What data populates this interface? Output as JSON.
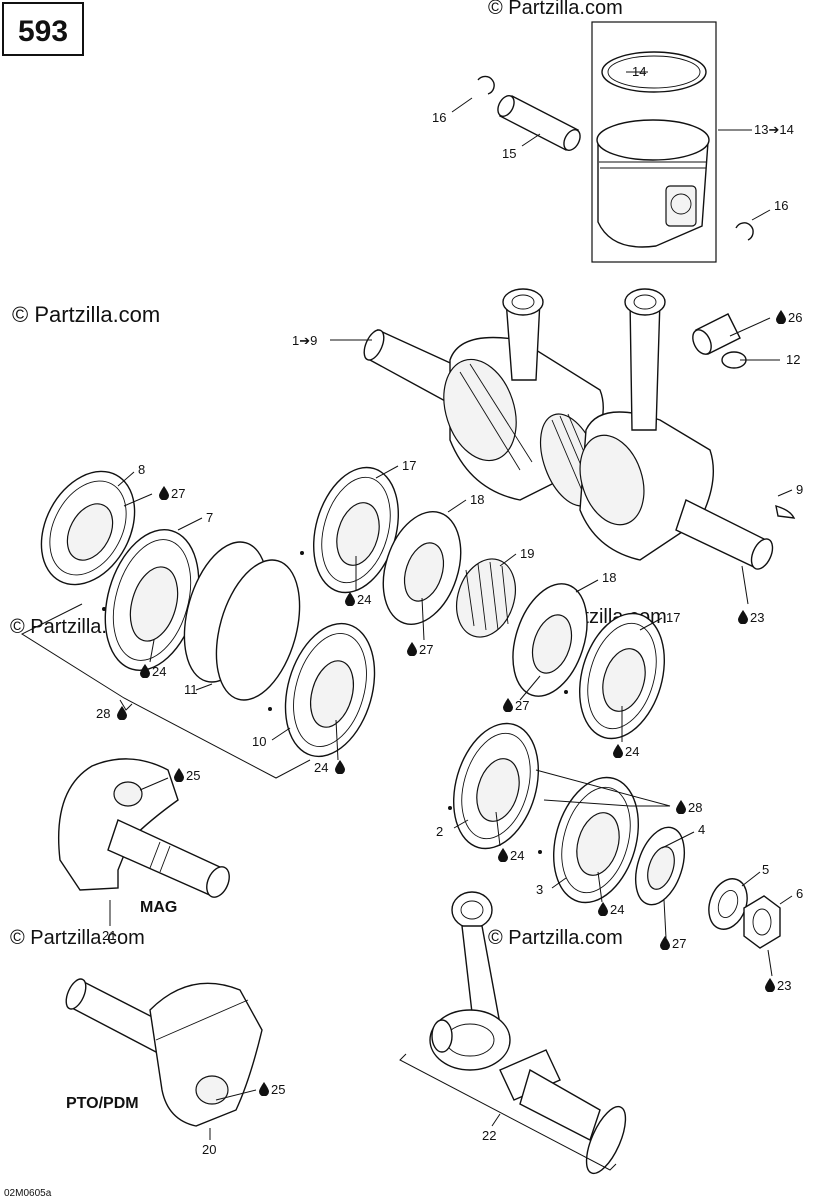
{
  "page": {
    "diagram_number": "593",
    "copyright": "© Partzilla.com",
    "watermark": "© Partzilla.com",
    "drawing_code": "02M0605a"
  },
  "captions": {
    "mag": "MAG",
    "pto": "PTO/PDM"
  },
  "callouts": {
    "c14": "14",
    "c13_14": "13➔14",
    "c16a": "16",
    "c15": "15",
    "c16b": "16",
    "c1_9": "1➔9",
    "c26": "26",
    "c12": "12",
    "c8": "8",
    "c27a": "27",
    "c7": "7",
    "c17a": "17",
    "c18a": "18",
    "c24a": "24",
    "c19": "19",
    "c9": "9",
    "c18b": "18",
    "c23a": "23",
    "c17b": "17",
    "c27b": "27",
    "c24b": "24",
    "c11": "11",
    "c28a": "28",
    "c27c": "27",
    "c24c": "24",
    "c10": "10",
    "c24d": "24",
    "c25a": "25",
    "c28b": "28",
    "c2": "2",
    "c4": "4",
    "c24e": "24",
    "c5": "5",
    "c3": "3",
    "c24f": "24",
    "c6": "6",
    "c21": "21",
    "c27d": "27",
    "c23b": "23",
    "c25b": "25",
    "c22": "22",
    "c20": "20"
  }
}
